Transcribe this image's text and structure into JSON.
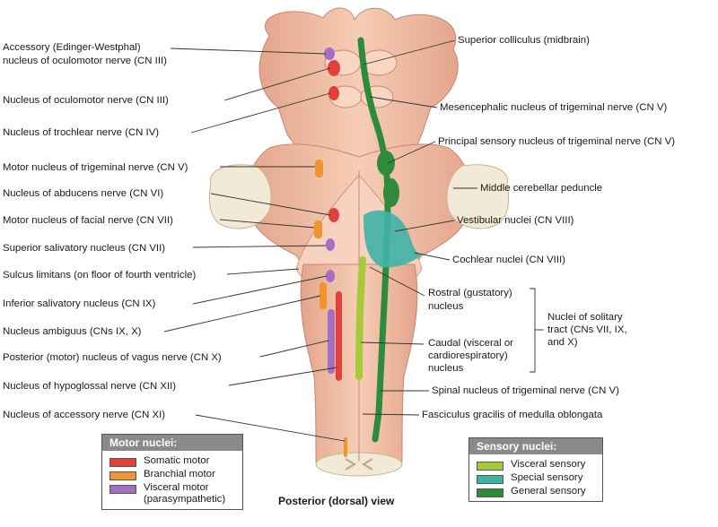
{
  "labels": {
    "accessory_ew": "Accessory (Edinger-Westphal)",
    "accessory_ew_2": "nucleus of oculomotor nerve (CN III)",
    "oculomotor": "Nucleus of oculomotor nerve (CN III)",
    "trochlear": "Nucleus of trochlear nerve (CN IV)",
    "motor_trigeminal": "Motor nucleus of trigeminal nerve (CN V)",
    "abducens": "Nucleus of abducens nerve (CN VI)",
    "motor_facial": "Motor nucleus of facial nerve (CN VII)",
    "superior_salivatory": "Superior salivatory nucleus (CN VII)",
    "sulcus_limitans": "Sulcus limitans (on floor of fourth ventricle)",
    "inferior_salivatory": "Inferior salivatory nucleus (CN IX)",
    "ambiguus": "Nucleus ambiguus (CNs IX, X)",
    "vagus_motor": "Posterior (motor) nucleus of vagus nerve (CN X)",
    "hypoglossal": "Nucleus of hypoglossal nerve (CN XII)",
    "accessory": "Nucleus of accessory nerve (CN XI)",
    "superior_colliculus": "Superior colliculus (midbrain)",
    "mesencephalic": "Mesencephalic nucleus of trigeminal nerve (CN V)",
    "principal_sensory": "Principal sensory nucleus of trigeminal nerve (CN V)",
    "middle_peduncle": "Middle cerebellar peduncle",
    "vestibular": "Vestibular nuclei (CN VIII)",
    "cochlear": "Cochlear nuclei (CN VIII)",
    "rostral_1": "Rostral (gustatory)",
    "rostral_2": "nucleus",
    "caudal_1": "Caudal (visceral or",
    "caudal_2": "cardiorespiratory)",
    "caudal_3": "nucleus",
    "solitary_1": "Nuclei of solitary",
    "solitary_2": "tract (CNs VII, IX,",
    "solitary_3": "and X)",
    "spinal_trigeminal": "Spinal nucleus of trigeminal nerve (CN V)",
    "fasciculus": "Fasciculus gracilis of medulla oblongata"
  },
  "motor_legend": {
    "title": "Motor nuclei:",
    "items": [
      {
        "label": "Somatic motor",
        "label2": "",
        "color": "#e2403a"
      },
      {
        "label": "Branchial motor",
        "label2": "",
        "color": "#f0952e"
      },
      {
        "label": "Visceral motor",
        "label2": "(parasympathetic)",
        "color": "#a46ec4"
      }
    ]
  },
  "sensory_legend": {
    "title": "Sensory nuclei:",
    "items": [
      {
        "label": "Visceral sensory",
        "color": "#a7c93a"
      },
      {
        "label": "Special sensory",
        "color": "#3fb3a6"
      },
      {
        "label": "General sensory",
        "color": "#2e8b3c"
      }
    ]
  },
  "caption": "Posterior (dorsal) view",
  "colors": {
    "tissue": "#f3c2a8",
    "tissue_dark": "#d9927a",
    "cut_surface": "#f2ead6"
  }
}
